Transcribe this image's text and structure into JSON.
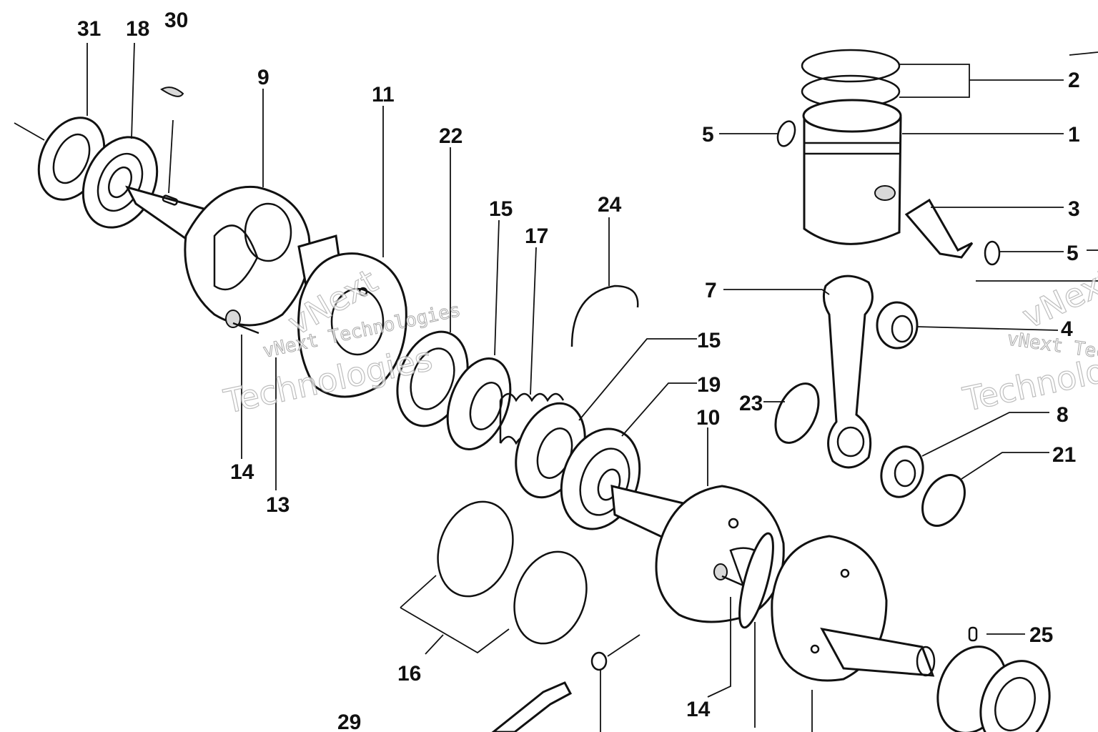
{
  "labels": {
    "l31": "31",
    "l18": "18",
    "l30": "30",
    "l9": "9",
    "l11": "11",
    "l22": "22",
    "l15a": "15",
    "l17": "17",
    "l24": "24",
    "l15b": "15",
    "l19": "19",
    "l10": "10",
    "l14a": "14",
    "l13": "13",
    "l16": "16",
    "l29": "29",
    "l14b": "14",
    "l5a": "5",
    "l2": "2",
    "l1": "1",
    "l3": "3",
    "l5b": "5",
    "l7": "7",
    "l4": "4",
    "l23": "23",
    "l8": "8",
    "l21": "21",
    "l25": "25"
  },
  "watermark": {
    "brand": "vNext",
    "company": "vNext Technologies",
    "word": "Technologies"
  }
}
